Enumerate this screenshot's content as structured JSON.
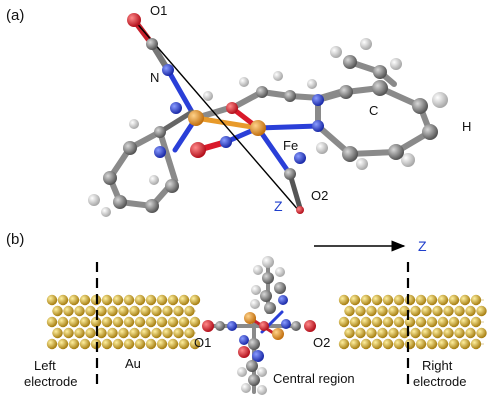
{
  "panels": {
    "a": {
      "label": "(a)"
    },
    "b": {
      "label": "(b)"
    }
  },
  "molecule": {
    "atom_labels": {
      "o1": "O1",
      "n": "N",
      "c": "C",
      "h": "H",
      "fe": "Fe",
      "o2": "O2",
      "z": "Z"
    }
  },
  "junction": {
    "z_axis_label": "Z",
    "au_label": "Au",
    "o1_label": "O1",
    "o2_label": "O2",
    "left_electrode_line1": "Left",
    "left_electrode_line2": "electrode",
    "central_region_label": "Central region",
    "right_electrode_line1": "Right",
    "right_electrode_line2": "electrode"
  },
  "colors": {
    "oxygen": "#d9192a",
    "nitrogen": "#2a3fd8",
    "iron": "#e89a2a",
    "carbon": "#8c8c8c",
    "hydrogen": "#eeeeee",
    "gold": "#d8b133",
    "z_label": "#1f3fcc"
  }
}
